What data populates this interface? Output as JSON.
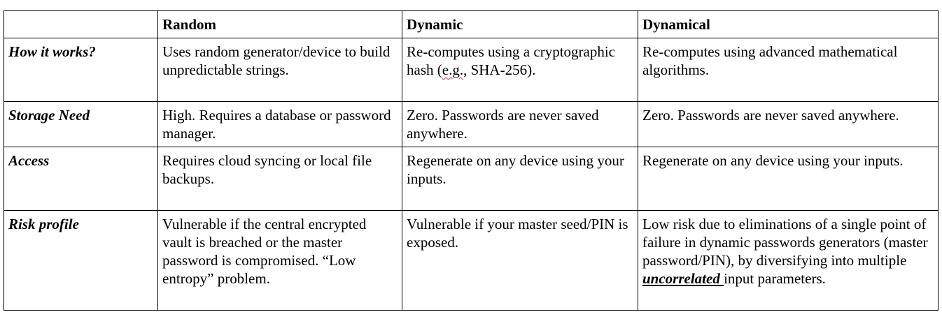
{
  "table": {
    "headers": [
      "",
      "Random",
      "Dynamic",
      "Dynamical"
    ],
    "rows": [
      {
        "label": "How it works?",
        "random": "Uses random generator/device to build unpredictable strings.",
        "dynamic": {
          "pre": "Re-computes using a cryptographic hash (",
          "flagged": "e.g.",
          "post": ", SHA-256)."
        },
        "dynamical": "Re-computes using advanced mathematical algorithms."
      },
      {
        "label": "Storage Need",
        "random": "High. Requires a database or password manager.",
        "dynamic": "Zero. Passwords are never saved anywhere.",
        "dynamical": "Zero. Passwords are never saved anywhere."
      },
      {
        "label": "Access",
        "random": "Requires cloud syncing or local file backups.",
        "dynamic": "Regenerate on any device using your inputs.",
        "dynamical": "Regenerate on any device using your inputs."
      },
      {
        "label": "Risk profile",
        "random": "Vulnerable if the central encrypted vault is breached or the master password is compromised. “Low entropy” problem.",
        "dynamic": "Vulnerable if your master seed/PIN is exposed.",
        "dynamical": {
          "pre": "Low risk due to eliminations of a single point of failure in dynamic passwords generators (master password/PIN), by diversifying into multiple ",
          "emphasis": "uncorrelated ",
          "post": "input parameters."
        }
      }
    ]
  }
}
